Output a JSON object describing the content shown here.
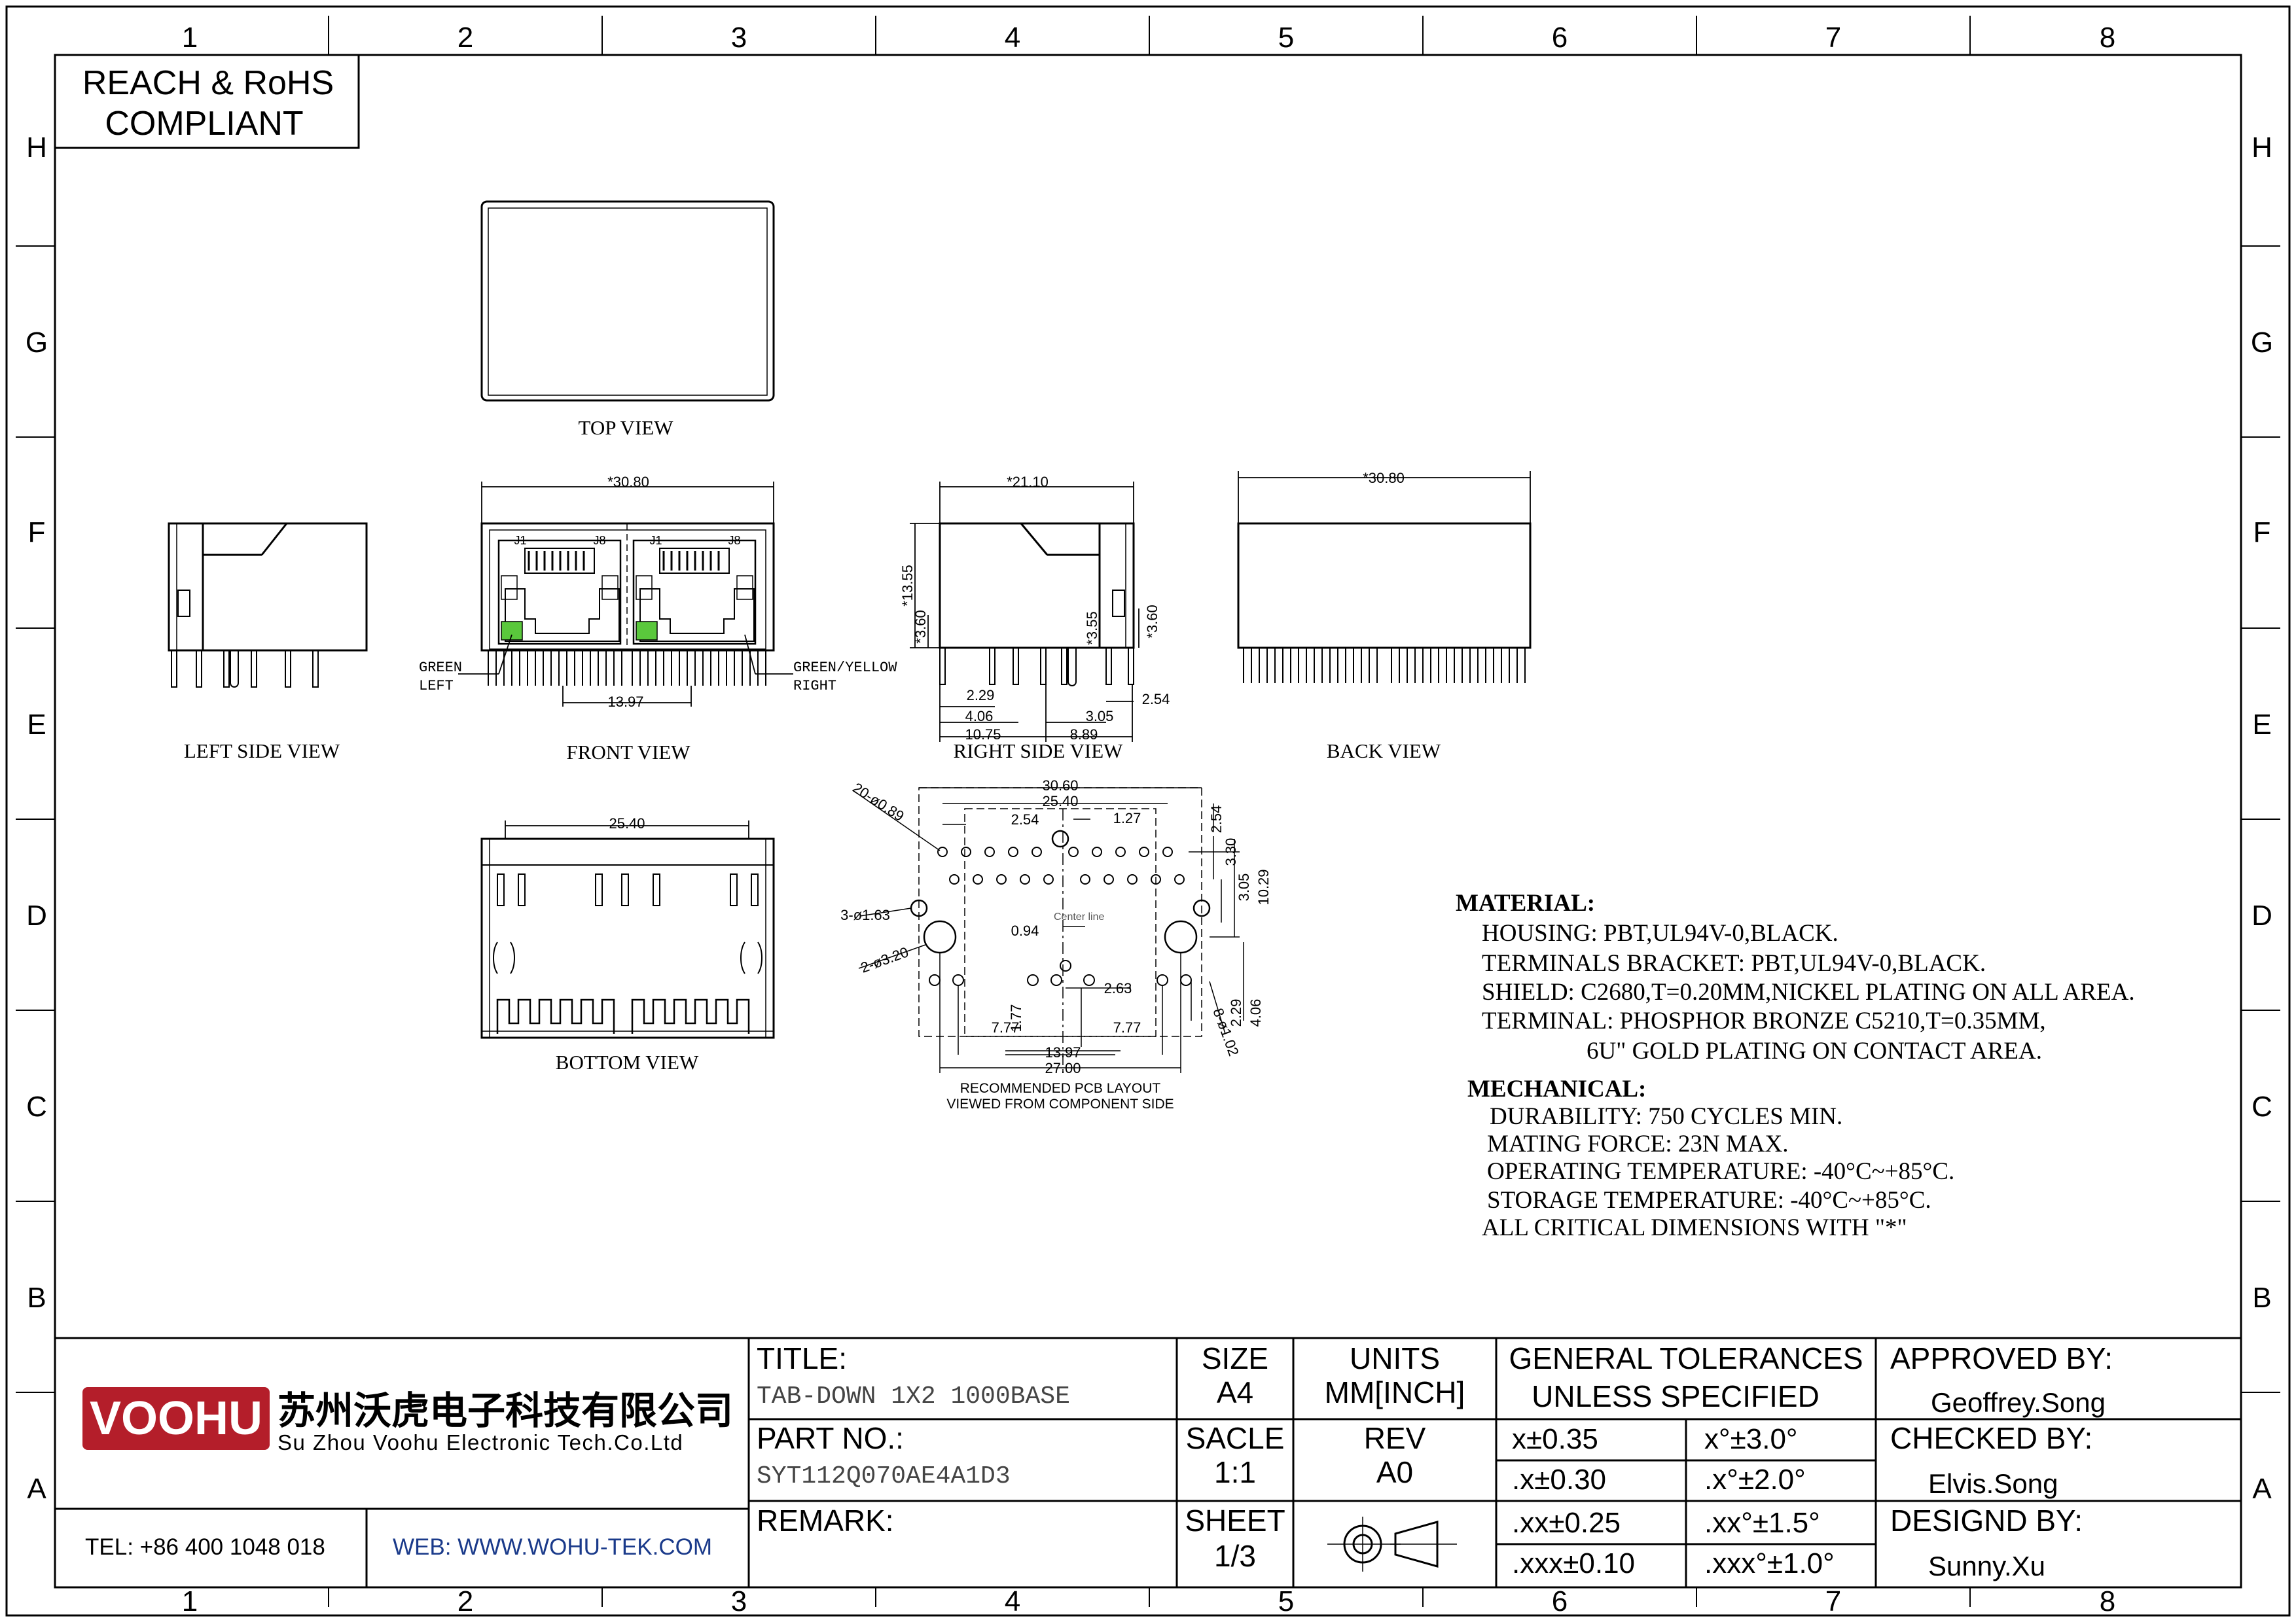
{
  "frame": {
    "columns": [
      "1",
      "2",
      "3",
      "4",
      "5",
      "6",
      "7",
      "8"
    ],
    "rows": [
      "H",
      "G",
      "F",
      "E",
      "D",
      "C",
      "B",
      "A"
    ]
  },
  "compliance": {
    "line1": "REACH & RoHS",
    "line2": "COMPLIANT"
  },
  "views": {
    "top": "TOP VIEW",
    "left_side": "LEFT SIDE VIEW",
    "front": "FRONT VIEW",
    "right_side": "RIGHT SIDE VIEW",
    "back": "BACK VIEW",
    "bottom": "BOTTOM VIEW",
    "pcb_line1": "RECOMMENDED PCB LAYOUT",
    "pcb_line2": "VIEWED FROM COMPONENT SIDE"
  },
  "dimensions": {
    "front_width": "*30.80",
    "front_pitch": "13.97",
    "front_led_left1": "GREEN",
    "front_led_left2": "LEFT",
    "front_led_right1": "GREEN/YELLOW",
    "front_led_right2": "RIGHT",
    "pin_j1": "J1",
    "pin_j8": "J8",
    "rs_width": "*21.10",
    "rs_height": "*13.55",
    "rs_a": "*3.60",
    "rs_b": "*3.55",
    "rs_c": "*3.60",
    "rs_229": "2.29",
    "rs_406": "4.06",
    "rs_305": "3.05",
    "rs_254": "2.54",
    "rs_1075": "10.75",
    "rs_889": "8.89",
    "back_width": "*30.80",
    "bottom_width": "25.40",
    "pcb_3060": "30.60",
    "pcb_2540": "25.40",
    "pcb_254a": "2.54",
    "pcb_127": "1.27",
    "pcb_254b": "2.54",
    "pcb_330": "3.30",
    "pcb_305": "3.05",
    "pcb_1029": "10.29",
    "pcb_20holes": "20-ø0.89",
    "pcb_3holes": "3-ø1.63",
    "pcb_2holes": "2-ø3.20",
    "pcb_094": "0.94",
    "pcb_center": "Center line",
    "pcb_177": "1.77",
    "pcb_263": "2.63",
    "pcb_777a": "7.77",
    "pcb_777b": "7.77",
    "pcb_1397": "13.97",
    "pcb_2700": "27.00",
    "pcb_229": "2.29",
    "pcb_406": "4.06",
    "pcb_8holes": "8-ø1.02"
  },
  "notes": {
    "material_heading": "MATERIAL:",
    "material": [
      "HOUSING: PBT,UL94V-0,BLACK.",
      "TERMINALS BRACKET: PBT,UL94V-0,BLACK.",
      "SHIELD: C2680,T=0.20MM,NICKEL PLATING ON ALL AREA.",
      "TERMINAL: PHOSPHOR BRONZE C5210,T=0.35MM,",
      "6U\" GOLD PLATING ON CONTACT AREA."
    ],
    "mechanical_heading": "MECHANICAL:",
    "mechanical": [
      "DURABILITY: 750 CYCLES MIN.",
      "MATING FORCE: 23N MAX.",
      "OPERATING TEMPERATURE: -40°C~+85°C.",
      "STORAGE TEMPERATURE: -40°C~+85°C.",
      "ALL CRITICAL DIMENSIONS WITH \"*\""
    ]
  },
  "title_block": {
    "logo": "VOOHU",
    "company_cn": "苏州沃虎电子科技有限公司",
    "company_en": "Su Zhou Voohu Electronic Tech.Co.Ltd",
    "tel": "TEL: +86 400 1048 018",
    "web": "WEB: WWW.WOHU-TEK.COM",
    "title_label": "TITLE:",
    "title_value": "TAB-DOWN 1X2 1000BASE",
    "part_label": "PART NO.:",
    "part_value": "SYT112Q070AE4A1D3",
    "remark_label": "REMARK:",
    "size_label": "SIZE",
    "size_value": "A4",
    "units_label": "UNITS",
    "units_value": "MM[INCH]",
    "scale_label": "SACLE",
    "scale_value": "1:1",
    "rev_label": "REV",
    "rev_value": "A0",
    "sheet_label": "SHEET",
    "sheet_value": "1/3",
    "tol_label1": "GENERAL TOLERANCES",
    "tol_label2": "UNLESS SPECIFIED",
    "tol": [
      "x±0.35",
      "x°±3.0°",
      ".x±0.30",
      ".x°±2.0°",
      ".xx±0.25",
      ".xx°±1.5°",
      ".xxx±0.10",
      ".xxx°±1.0°"
    ],
    "approved_label": "APPROVED BY:",
    "approved_value": "Geoffrey.Song",
    "checked_label": "CHECKED BY:",
    "checked_value": "Elvis.Song",
    "design_label": "DESIGND BY:",
    "design_value": "Sunny.Xu"
  },
  "colors": {
    "led_green": "#5ac83c",
    "logo_red": "#b41e2a",
    "web_blue": "#1a3a8a"
  }
}
